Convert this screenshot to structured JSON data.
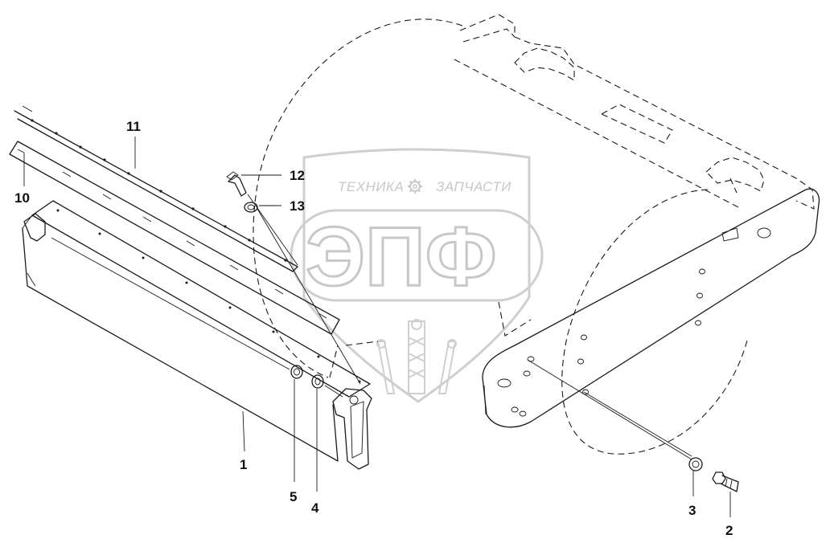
{
  "watermark": {
    "top_left": "ТЕХНИКА",
    "top_right": "ЗАПЧАСТИ",
    "logo": "ЭПФ"
  },
  "callouts": [
    {
      "id": "1",
      "label": "1"
    },
    {
      "id": "2",
      "label": "2"
    },
    {
      "id": "3",
      "label": "3"
    },
    {
      "id": "4",
      "label": "4"
    },
    {
      "id": "5",
      "label": "5"
    },
    {
      "id": "10",
      "label": "10"
    },
    {
      "id": "11",
      "label": "11"
    },
    {
      "id": "12",
      "label": "12"
    },
    {
      "id": "13",
      "label": "13"
    }
  ]
}
